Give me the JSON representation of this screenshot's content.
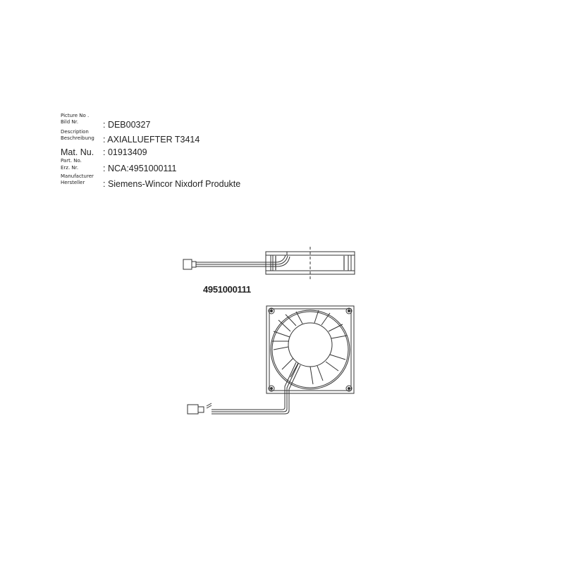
{
  "info_table": {
    "rows": [
      {
        "labels": [
          "Picture No .",
          "Bild Nr."
        ],
        "value": ": DEB00327"
      },
      {
        "labels": [
          "Description",
          "Beschreibung"
        ],
        "value": ": AXIALLUEFTER T3414"
      },
      {
        "labels": [
          "Mat. Nu."
        ],
        "value": ": 01913409"
      },
      {
        "labels": [
          "Part. No.",
          "Erz. Nr."
        ],
        "value": ": NCA:4951000111"
      },
      {
        "labels": [
          "Manufacturer",
          "Hersteller"
        ],
        "value": ": Siemens-Wincor Nixdorf Produkte"
      }
    ]
  },
  "drawing": {
    "part_number_label": "4951000111",
    "views": [
      "side-view",
      "front-view"
    ],
    "line_color": "#333333"
  }
}
